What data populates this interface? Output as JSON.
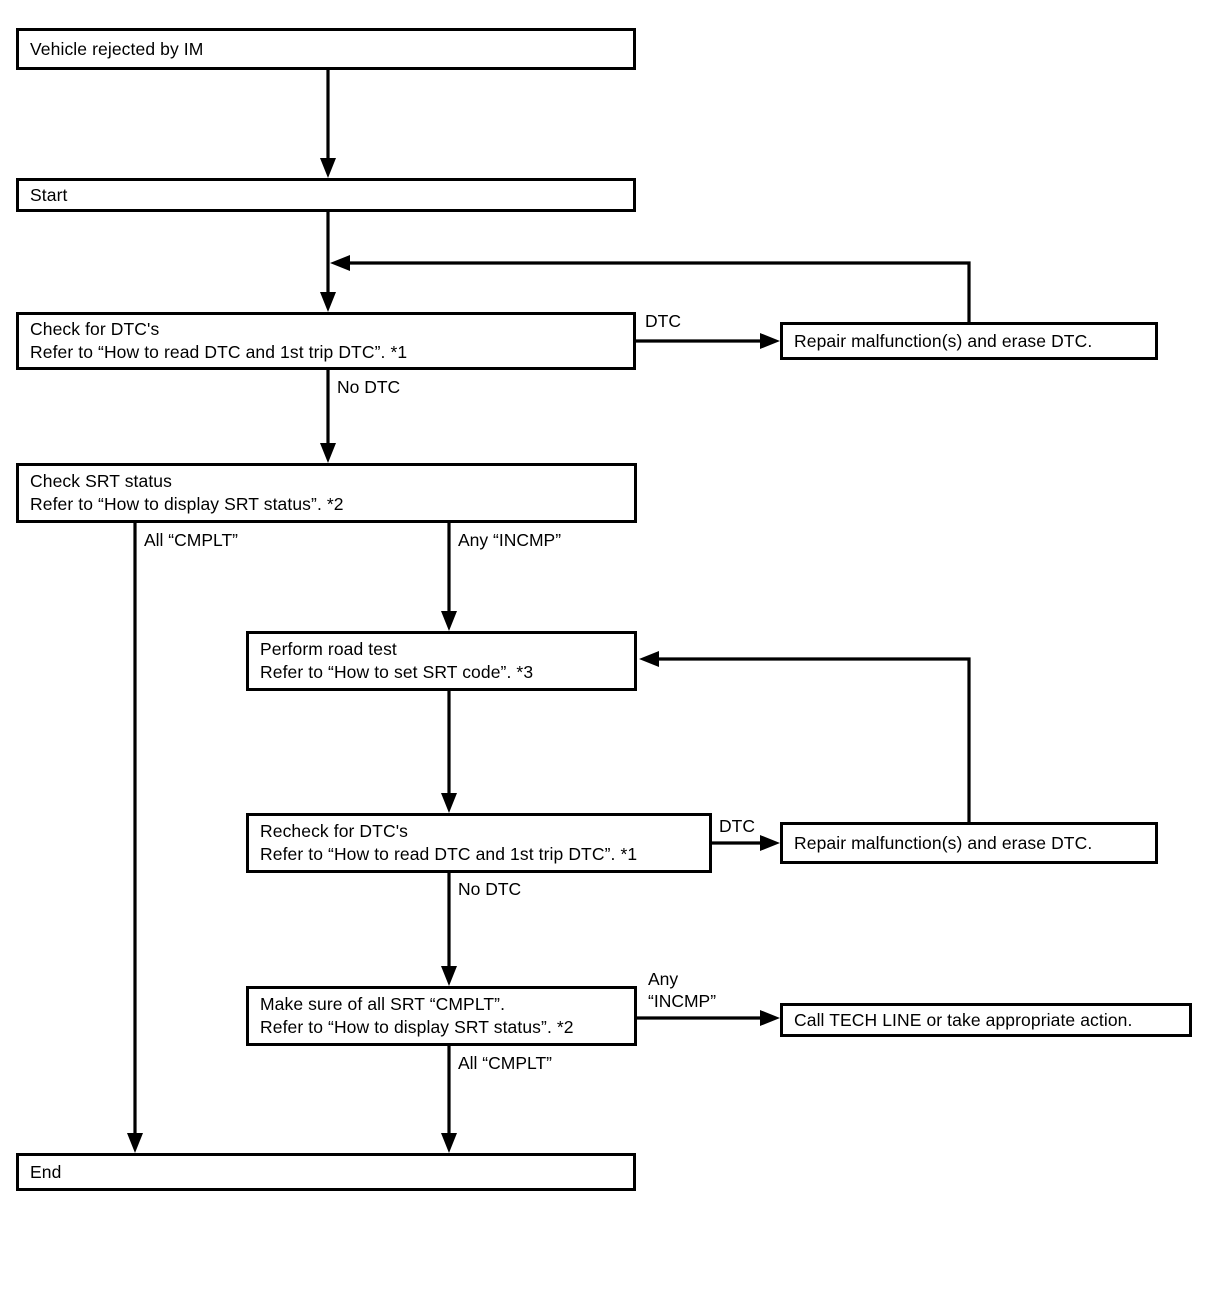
{
  "diagram": {
    "type": "flowchart",
    "title": "",
    "nodes": [
      {
        "id": "vehicle-rejected",
        "lines": [
          "Vehicle rejected by IM"
        ]
      },
      {
        "id": "start",
        "lines": [
          "Start"
        ]
      },
      {
        "id": "check-dtc",
        "lines": [
          "Check for DTC's",
          "Refer to “How to read DTC and 1st trip DTC”. *1"
        ]
      },
      {
        "id": "repair-1",
        "lines": [
          "Repair malfunction(s) and erase DTC."
        ]
      },
      {
        "id": "check-srt",
        "lines": [
          "Check SRT status",
          "Refer to “How to display SRT status”. *2"
        ]
      },
      {
        "id": "road-test",
        "lines": [
          "Perform road test",
          "Refer to “How to set SRT code”. *3"
        ]
      },
      {
        "id": "recheck-dtc",
        "lines": [
          "Recheck for DTC's",
          "Refer to “How to read DTC and 1st trip DTC”. *1"
        ]
      },
      {
        "id": "repair-2",
        "lines": [
          "Repair malfunction(s) and erase DTC."
        ]
      },
      {
        "id": "make-sure-srt",
        "lines": [
          "Make sure of all SRT “CMPLT”.",
          "Refer to “How to display SRT status”. *2"
        ]
      },
      {
        "id": "tech-line",
        "lines": [
          "Call TECH LINE or take appropriate action."
        ]
      },
      {
        "id": "end",
        "lines": [
          "End"
        ]
      }
    ],
    "edge_labels": [
      {
        "id": "dtc-1",
        "text": "DTC"
      },
      {
        "id": "no-dtc-1",
        "text": "No DTC"
      },
      {
        "id": "all-cmplt-1",
        "text": "All “CMPLT”"
      },
      {
        "id": "any-incmp-1",
        "text": "Any “INCMP”"
      },
      {
        "id": "dtc-2",
        "text": "DTC"
      },
      {
        "id": "no-dtc-2",
        "text": "No DTC"
      },
      {
        "id": "any-incmp-2-line1",
        "text": "Any"
      },
      {
        "id": "any-incmp-2-line2",
        "text": "“INCMP”"
      },
      {
        "id": "all-cmplt-2",
        "text": "All “CMPLT”"
      }
    ],
    "colors": {
      "stroke": "#000000",
      "fill": "#ffffff",
      "text": "#000000"
    }
  }
}
